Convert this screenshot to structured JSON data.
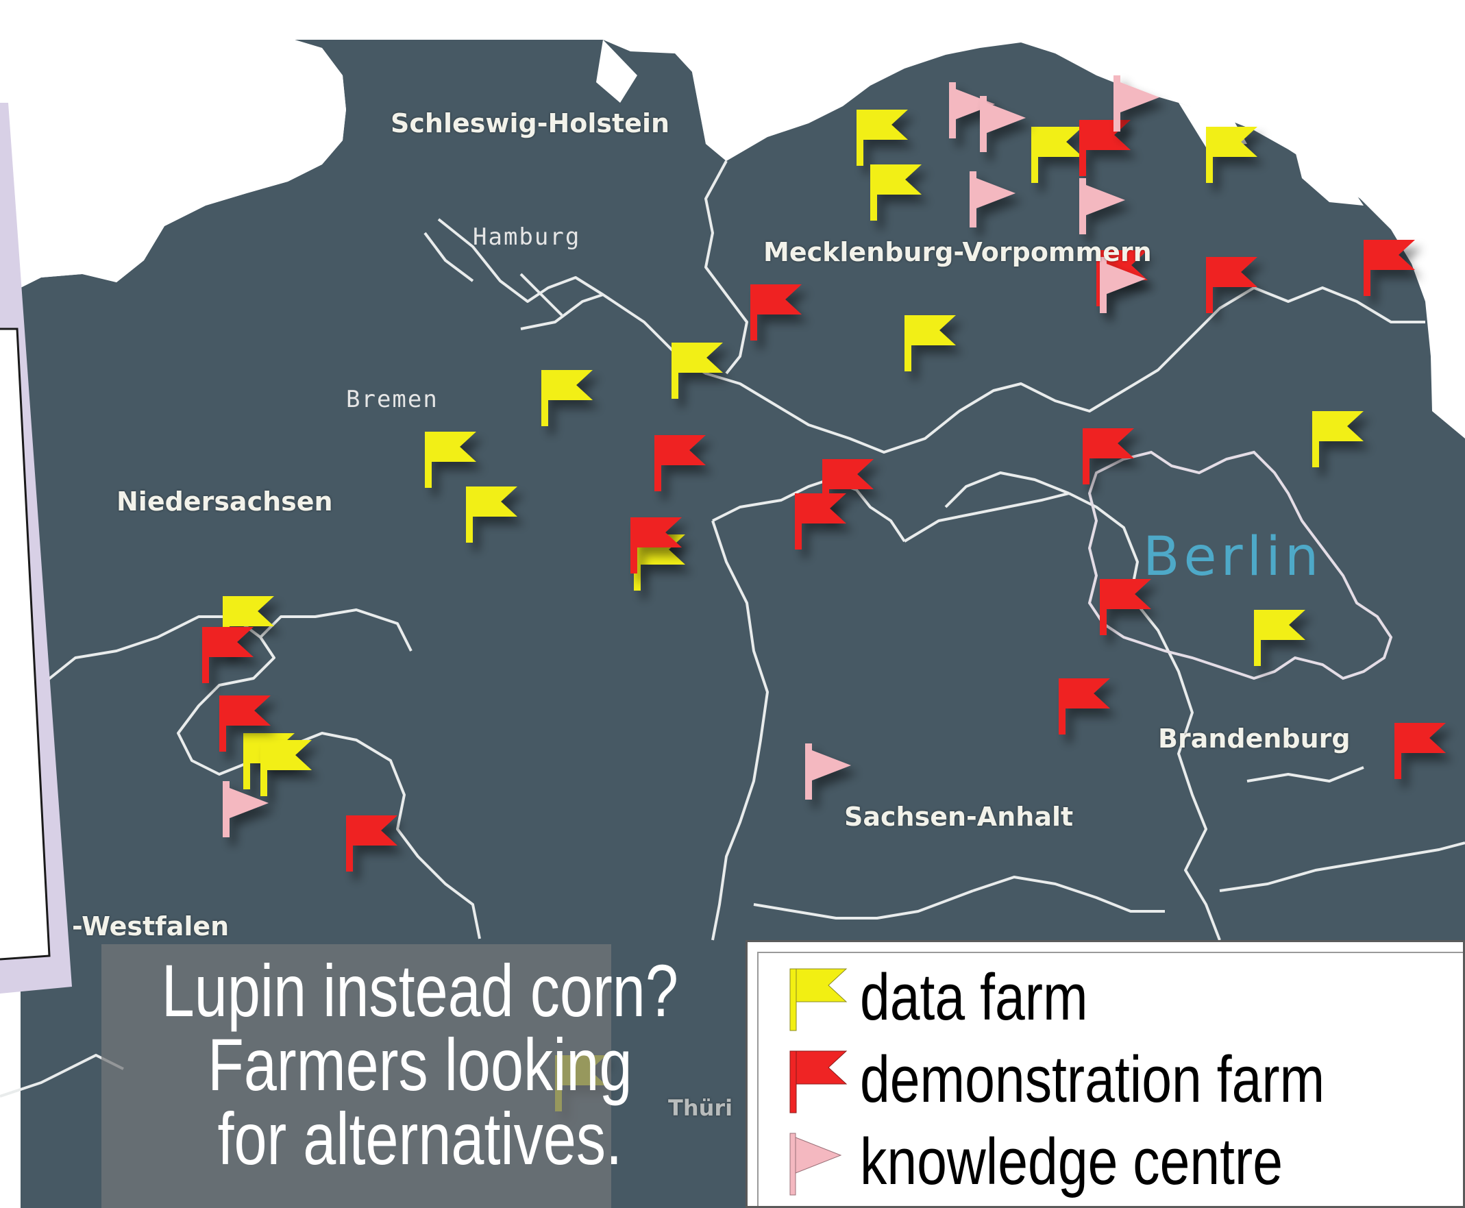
{
  "colors": {
    "water": "#ffffff",
    "land": "#475964",
    "border": "#e9ecec",
    "data_farm": "#f2ef12",
    "demonstration_farm": "#ef2424",
    "knowledge_centre": "#f4b8c0",
    "berlin_label": "#4ea9c8",
    "card": "#d8d0e6"
  },
  "map": {
    "regions": [
      {
        "id": "schleswig-holstein",
        "label": "Schleswig-Holstein"
      },
      {
        "id": "hamburg",
        "label": "Hamburg"
      },
      {
        "id": "mecklenburg-vorpommern",
        "label": "Mecklenburg-Vorpommern"
      },
      {
        "id": "bremen",
        "label": "Bremen"
      },
      {
        "id": "niedersachsen",
        "label": "Niedersachsen"
      },
      {
        "id": "berlin",
        "label": "Berlin"
      },
      {
        "id": "brandenburg",
        "label": "Brandenburg"
      },
      {
        "id": "sachsen-anhalt",
        "label": "Sachsen-Anhalt"
      },
      {
        "id": "westfalen",
        "label": "-Westfalen"
      },
      {
        "id": "thueringen",
        "label": "Thüri"
      }
    ],
    "markers_count": {
      "data_farm": 17,
      "demonstration_farm": 16,
      "knowledge_centre": 8
    }
  },
  "headline": {
    "lines": [
      "Lupin instead corn?",
      "Farmers looking",
      "for alternatives."
    ]
  },
  "legend": {
    "items": [
      {
        "type": "data_farm",
        "label": "data farm"
      },
      {
        "type": "demonstration_farm",
        "label": "demonstration farm"
      },
      {
        "type": "knowledge_centre",
        "label": "knowledge centre"
      }
    ]
  }
}
